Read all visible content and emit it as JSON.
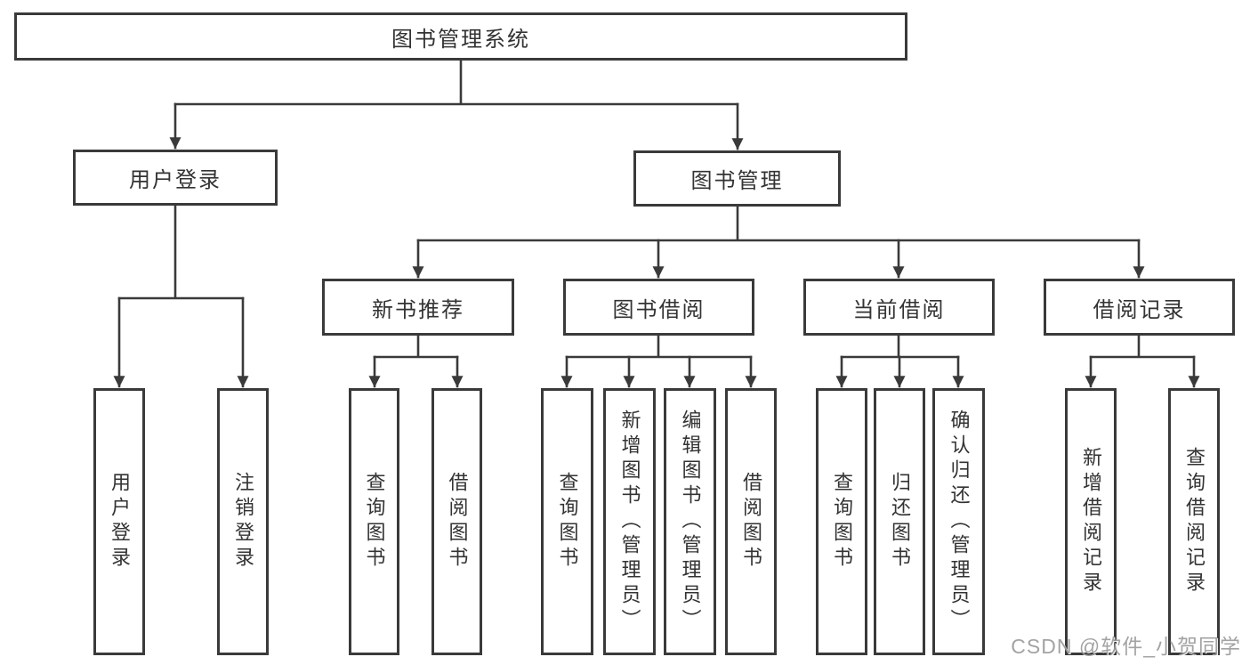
{
  "colors": {
    "border": "#3a3a3a",
    "line": "#3a3a3a",
    "text": "#333333",
    "watermark": "#9c9c9c",
    "bg": "#ffffff"
  },
  "watermark": {
    "text": "CSDN @软件_小贺同学"
  },
  "tree": {
    "root": {
      "label": "图书管理系统"
    },
    "branches": [
      {
        "label": "用户登录",
        "children": [
          {
            "label": "用户登录"
          },
          {
            "label": "注销登录"
          }
        ]
      },
      {
        "label": "图书管理",
        "children": [
          {
            "label": "新书推荐",
            "children": [
              {
                "label": "查询图书"
              },
              {
                "label": "借阅图书"
              }
            ]
          },
          {
            "label": "图书借阅",
            "children": [
              {
                "label": "查询图书"
              },
              {
                "label": "新增图书（管理员）"
              },
              {
                "label": "编辑图书（管理员）"
              },
              {
                "label": "借阅图书"
              }
            ]
          },
          {
            "label": "当前借阅",
            "children": [
              {
                "label": "查询图书"
              },
              {
                "label": "归还图书"
              },
              {
                "label": "确认归还（管理员）"
              }
            ]
          },
          {
            "label": "借阅记录",
            "children": [
              {
                "label": "新增借阅记录"
              },
              {
                "label": "查询借阅记录"
              }
            ]
          }
        ]
      }
    ]
  }
}
